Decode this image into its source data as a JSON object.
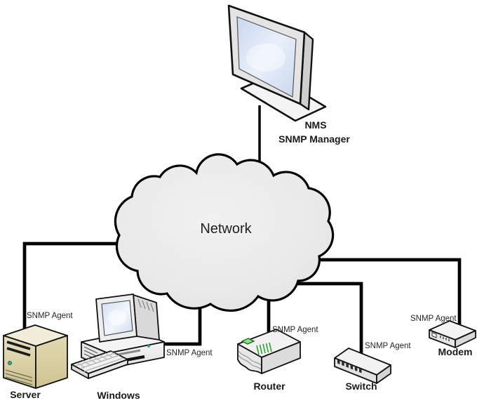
{
  "diagram": {
    "type": "network-topology",
    "cloud": {
      "label": "Network"
    },
    "manager": {
      "line1": "NMS",
      "line2": "SNMP Manager"
    },
    "devices": {
      "server": {
        "label": "Server",
        "agent": "SNMP Agent"
      },
      "windows": {
        "label": "Windows",
        "agent": "SNMP Agent"
      },
      "router": {
        "label": "Router",
        "agent": "SNMP Agent"
      },
      "switch": {
        "label": "Switch",
        "agent": "SNMP Agent"
      },
      "modem": {
        "label": "Modem",
        "agent": "SNMP Agent"
      }
    },
    "connections": [
      {
        "from": "NMS SNMP Manager",
        "to": "Network"
      },
      {
        "from": "Network",
        "to": "Server"
      },
      {
        "from": "Network",
        "to": "Windows"
      },
      {
        "from": "Network",
        "to": "Router"
      },
      {
        "from": "Network",
        "to": "Switch"
      },
      {
        "from": "Network",
        "to": "Modem"
      }
    ],
    "colors": {
      "background": "#ffffff",
      "line": "#000000",
      "cloud_fill": "#e9e9e9",
      "outline": "#111111",
      "server_body": "#d8cda0",
      "screen_blue": "#d6e2f4",
      "led_green": "#8be08b",
      "led_teal": "#2fa39b",
      "text": "#1a1a1a"
    }
  }
}
